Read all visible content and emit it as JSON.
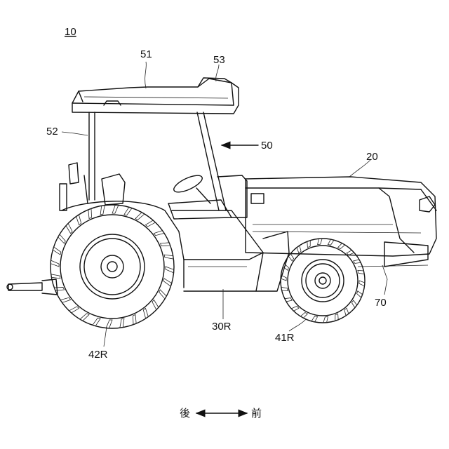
{
  "figure": {
    "reference": "10",
    "labels": {
      "canopy": "51",
      "canopy_front": "53",
      "left_post": "52",
      "frame_arrow": "50",
      "hood": "20",
      "cover": "70",
      "battery_case": "30R",
      "front_wheel": "41R",
      "rear_wheel": "42R"
    },
    "direction": {
      "rear": "後",
      "front": "前"
    }
  }
}
